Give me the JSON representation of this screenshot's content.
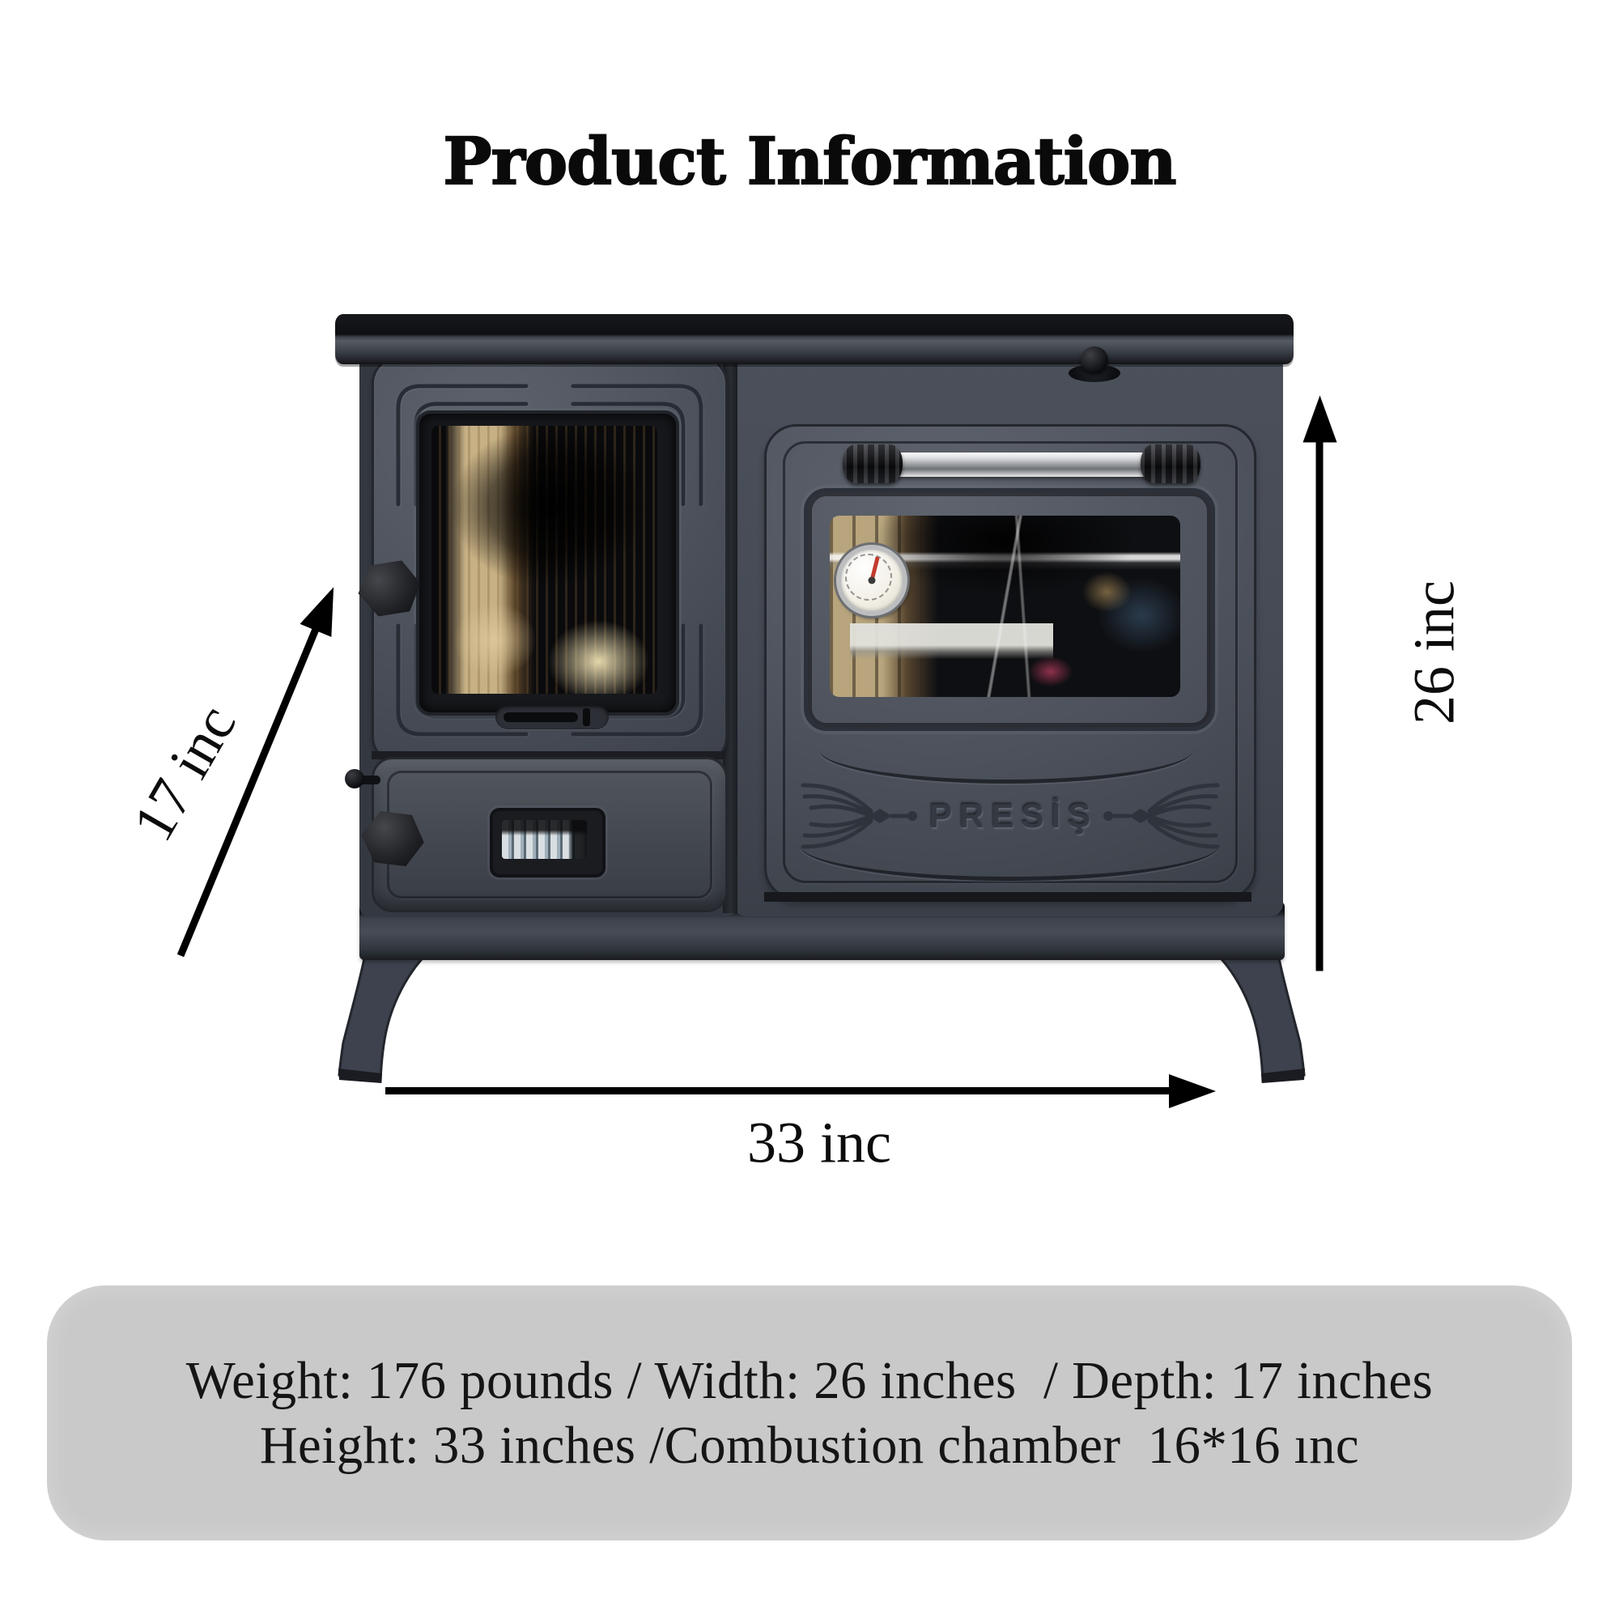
{
  "page": {
    "title": "Product Information",
    "background_color": "#ffffff"
  },
  "product": {
    "brand_logo": "PRESİŞ"
  },
  "annotations": {
    "depth_label": "17 inc",
    "height_label": "26 inc",
    "width_label": "33 inc",
    "arrow_color": "#000000"
  },
  "specs_panel": {
    "background_color": "#c9c9c9",
    "text_color": "#151515",
    "line1": "Weight: 176 pounds / Width: 26 inches  / Depth: 17 inches",
    "line2": "Height: 33 inches /Combustion chamber  16*16 ınc"
  },
  "stove": {
    "body_color": "#4b505a",
    "trim_color": "#24272d",
    "top_plate_color": "#17181b",
    "chrome_color": "#d9dadc",
    "glass_color": "#0b0c0e",
    "base_color": "#3c414b",
    "thermometer_dial_color": "#f1eee4",
    "thermometer_needle_color": "#c23b2e"
  }
}
